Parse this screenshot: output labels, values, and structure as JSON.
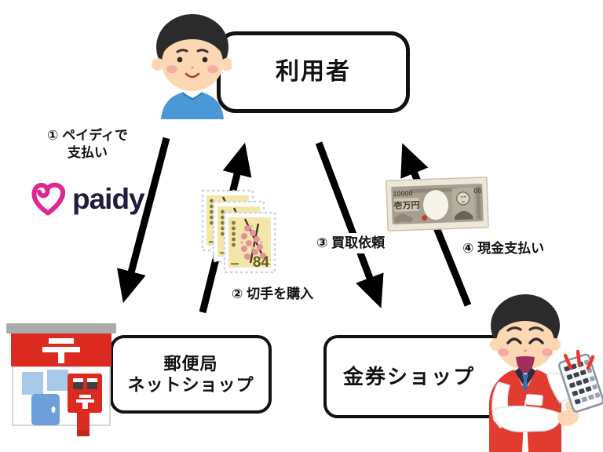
{
  "nodes": {
    "user": {
      "label": "利用者"
    },
    "post_office": {
      "label": "郵便局\nネットショップ"
    },
    "ticket_shop": {
      "label": "金券ショップ"
    }
  },
  "steps": {
    "s1": "① ペイディで\n支払い",
    "s2": "② 切手を購入",
    "s3": "③ 買取依頼",
    "s4": "④ 現金支払い"
  },
  "paidy": {
    "wordmark": "paidy",
    "mark_color": "#e0268f",
    "wordmark_color": "#231b3d"
  },
  "stamp": {
    "denomination": "84"
  },
  "banknote": {
    "corner_value": "10000",
    "kanji_value": "壱万円"
  },
  "colors": {
    "arrow_black": "#000000",
    "node_border": "#111111",
    "post_office_red": "#dc2a21",
    "vest_red": "#e23b30",
    "shirt_blue": "#4a97d8",
    "stamp_paper": "#f2e6a9",
    "blossom_pink": "#e78f9e"
  }
}
